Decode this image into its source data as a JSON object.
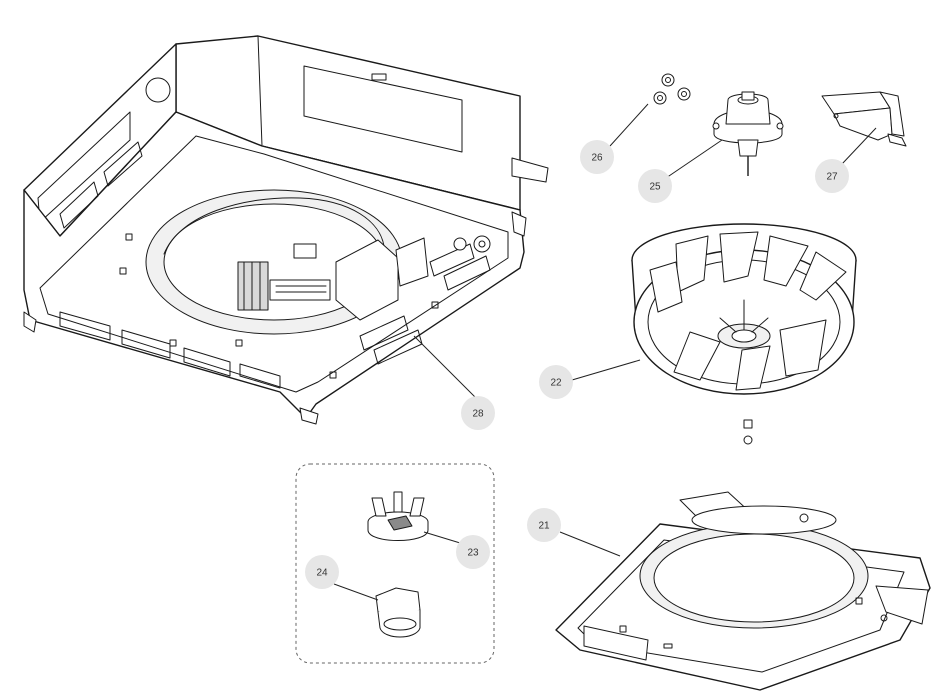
{
  "diagram": {
    "callouts": [
      {
        "id": "21",
        "label": "21"
      },
      {
        "id": "22",
        "label": "22"
      },
      {
        "id": "23",
        "label": "23"
      },
      {
        "id": "24",
        "label": "24"
      },
      {
        "id": "25",
        "label": "25"
      },
      {
        "id": "26",
        "label": "26"
      },
      {
        "id": "27",
        "label": "27"
      },
      {
        "id": "28",
        "label": "28"
      }
    ],
    "colors": {
      "badge": "#e6e6e6",
      "line": "#1a1a1a",
      "background": "#ffffff"
    }
  }
}
